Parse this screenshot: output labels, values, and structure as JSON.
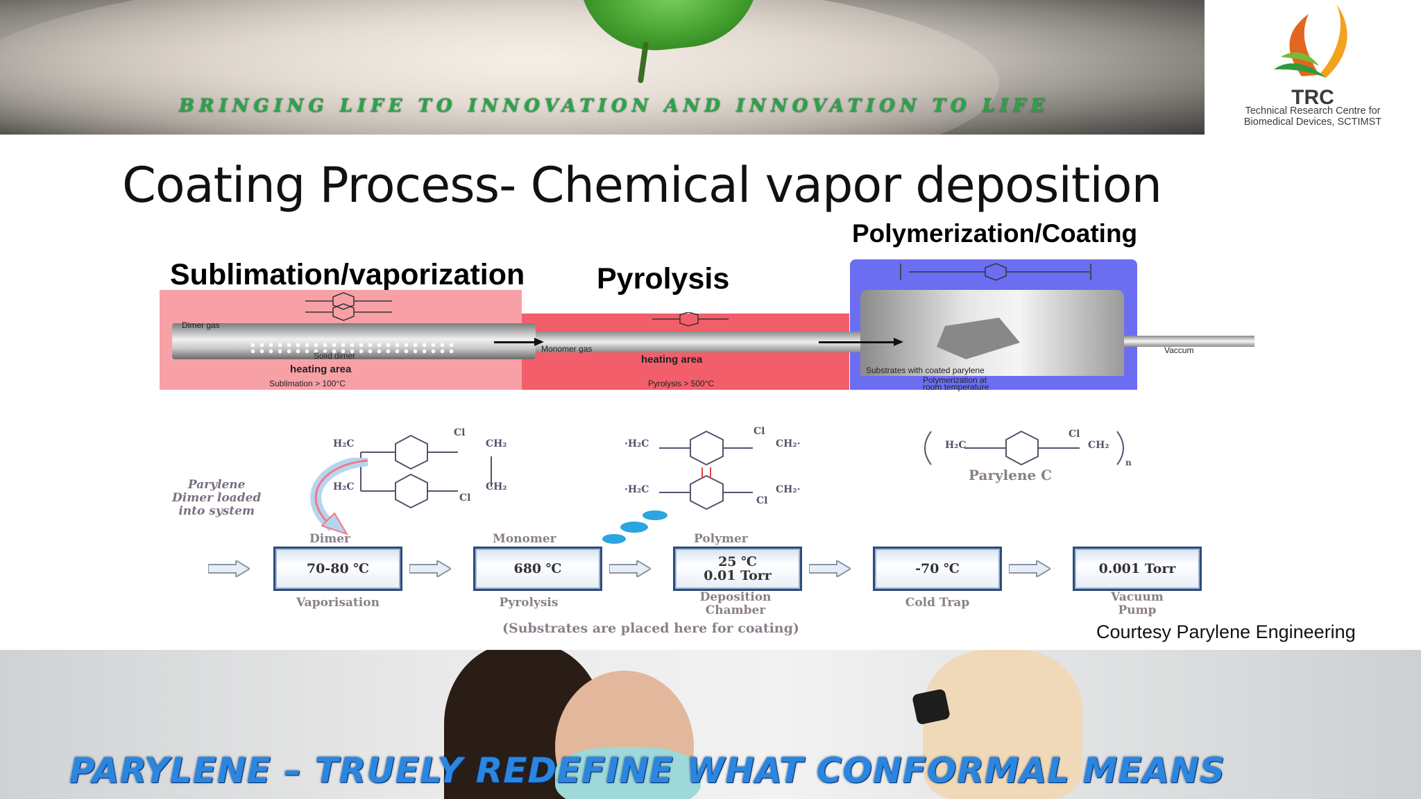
{
  "banner": {
    "slogan": "BRINGING LIFE TO INNOVATION AND INNOVATION TO LIFE"
  },
  "logo": {
    "abbr": "TRC",
    "line1": "Technical Research Centre for",
    "line2": "Biomedical Devices, SCTIMST"
  },
  "title": "Coating Process- Chemical vapor deposition",
  "stages": {
    "sublimation": "Sublimation/vaporization",
    "pyrolysis": "Pyrolysis",
    "polymerization": "Polymerization/Coating"
  },
  "process_diagram": {
    "dimer_gas": "Dimer gas",
    "solid_dimer": "Solid dimer",
    "heating_area_1": "heating area",
    "sublimation_temp": "Sublimation > 100°C",
    "monomer_gas": "Monomer gas",
    "heating_area_2": "heating area",
    "pyrolysis_temp": "Pyrolysis > 500°C",
    "substrates": "Substrates with coated parylene",
    "polymerization_line1": "Polymerization at",
    "polymerization_line2": "room temperature",
    "vacuum": "Vaccum",
    "ch2": "CH₂"
  },
  "flow": {
    "dimer_loaded": [
      "Parylene",
      "Dimer loaded",
      "into system"
    ],
    "top_labels": [
      "Dimer",
      "Monomer",
      "Polymer"
    ],
    "boxes": [
      {
        "line1": "70-80 ℃",
        "line2": ""
      },
      {
        "line1": "680 ℃",
        "line2": ""
      },
      {
        "line1": "25 ℃",
        "line2": "0.01 Torr"
      },
      {
        "line1": "-70 ℃",
        "line2": ""
      },
      {
        "line1": "0.001 Torr",
        "line2": ""
      }
    ],
    "bottom_labels": [
      "Vaporisation",
      "Pyrolysis",
      "Deposition Chamber",
      "Cold Trap",
      "Vacuum Pump"
    ],
    "note": "(Substrates are placed here for coating)",
    "parylene_c": "Parylene C",
    "chem": {
      "h2c": "H₂C",
      "ch2": "CH₂",
      "cl": "Cl",
      "h2c_radical": "·H₂C",
      "ch2_radical": "CH₂·",
      "n": "n"
    }
  },
  "courtesy": "Courtesy Parylene Engineering",
  "bottom_slogan": "PARYLENE – TRUELY REDEFINE WHAT CONFORMAL MEANS",
  "colors": {
    "sublimation": "#f7a0a6",
    "pyrolysis": "#f25f6a",
    "polymerization": "#6b6ef0",
    "banner_text": "#2aa34a",
    "bottom_text": "#2a86e0",
    "box_border": "#2c4b7a"
  }
}
